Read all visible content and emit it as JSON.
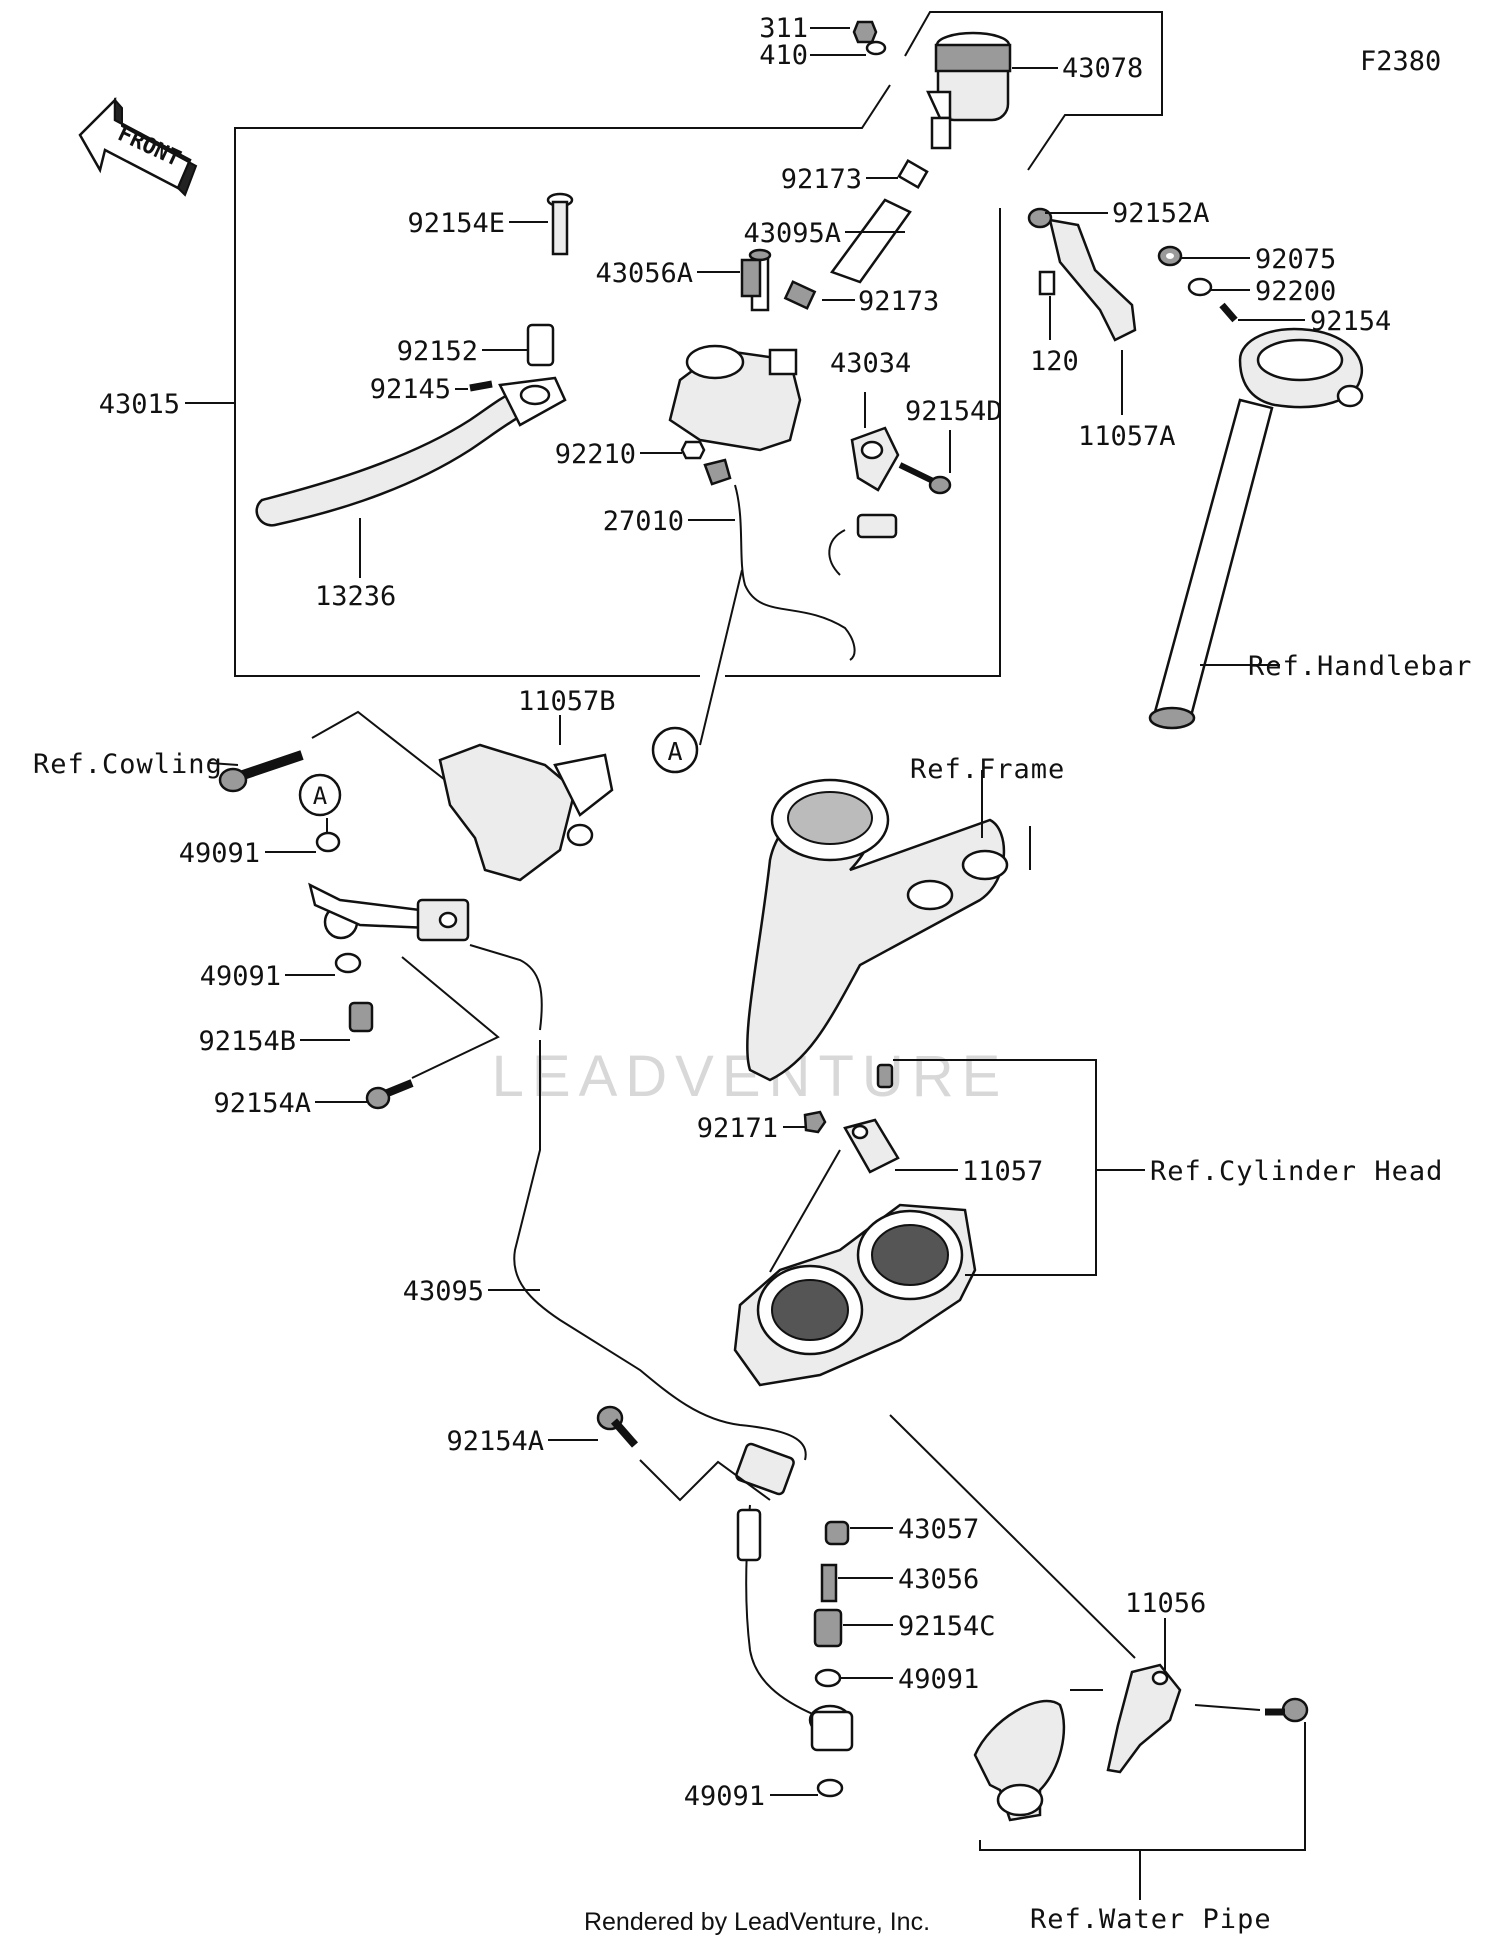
{
  "figure_code": "F2380",
  "front_label": "FRONT",
  "watermark": "LEADVENTURE",
  "footer": "Rendered by LeadVenture, Inc.",
  "callout_a": "A",
  "parts": {
    "p311": "311",
    "p410": "410",
    "p43078": "43078",
    "p92173a": "92173",
    "p92154e": "92154E",
    "p43095a": "43095A",
    "p43056a": "43056A",
    "p92173b": "92173",
    "p92152": "92152",
    "p92145": "92145",
    "p43034": "43034",
    "p92154d": "92154D",
    "p92210": "92210",
    "p27010": "27010",
    "p13236": "13236",
    "p43015": "43015",
    "p92152a": "92152A",
    "p92075": "92075",
    "p92200": "92200",
    "p92154": "92154",
    "p120": "120",
    "p11057a": "11057A",
    "p11057b": "11057B",
    "p49091a": "49091",
    "p49091b": "49091",
    "p92154b": "92154B",
    "p92154a1": "92154A",
    "p92171": "92171",
    "p11057": "11057",
    "p43095": "43095",
    "p92154a2": "92154A",
    "p43057": "43057",
    "p43056": "43056",
    "p92154c": "92154C",
    "p49091c": "49091",
    "p49091d": "49091",
    "p11056": "11056"
  },
  "refs": {
    "handlebar": "Ref.Handlebar",
    "cowling": "Ref.Cowling",
    "frame": "Ref.Frame",
    "cylinder_head": "Ref.Cylinder Head",
    "water_pipe": "Ref.Water Pipe"
  }
}
